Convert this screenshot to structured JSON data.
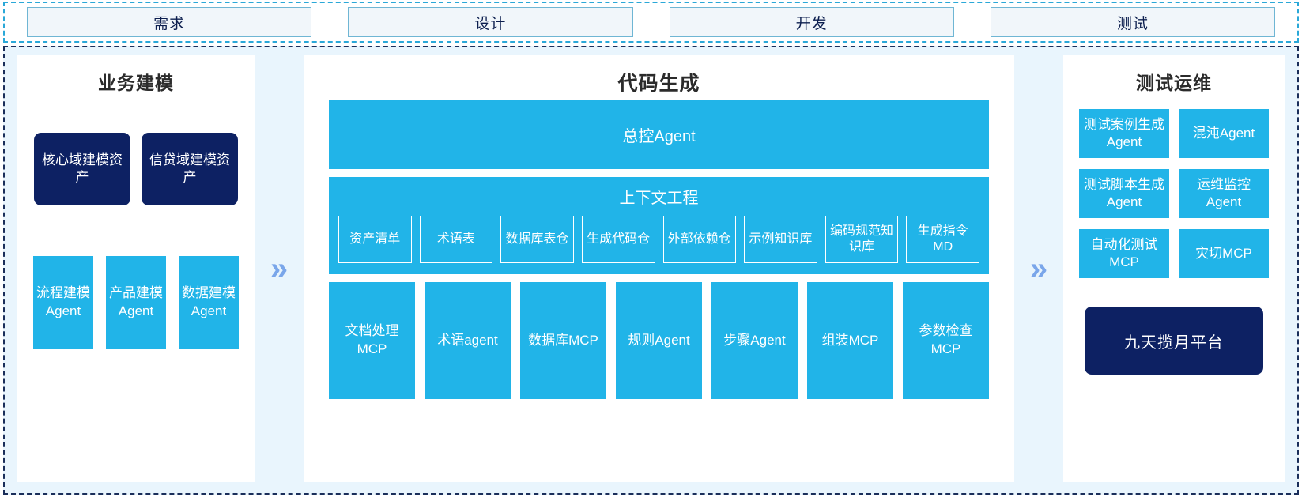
{
  "phases": {
    "items": [
      {
        "label": "需求"
      },
      {
        "label": "设计"
      },
      {
        "label": "开发"
      },
      {
        "label": "测试"
      }
    ]
  },
  "separators": {
    "chevron_glyph": "»"
  },
  "colors": {
    "accent_blue": "#21b4e8",
    "navy": "#0d2163",
    "panel_bg": "#ffffff",
    "canvas_bg": "#e9f5fd",
    "chevron": "#7aa6ea",
    "phase_border": "#6fb6d4",
    "phase_fill": "#f1f6fa",
    "outer_dash": "#2aa8d8",
    "inner_dash": "#1a2e5a"
  },
  "left_panel": {
    "title": "业务建模",
    "assets": [
      {
        "label": "核心域建模资产"
      },
      {
        "label": "信贷域建模资产"
      }
    ],
    "agents": [
      {
        "label": "流程建模Agent"
      },
      {
        "label": "产品建模Agent"
      },
      {
        "label": "数据建模Agent"
      }
    ]
  },
  "center_panel": {
    "title": "代码生成",
    "master_agent": "总控Agent",
    "context": {
      "title": "上下文工程",
      "items": [
        {
          "label": "资产清单"
        },
        {
          "label": "术语表"
        },
        {
          "label": "数据库表仓"
        },
        {
          "label": "生成代码仓"
        },
        {
          "label": "外部依赖仓"
        },
        {
          "label": "示例知识库"
        },
        {
          "label": "编码规范知识库"
        },
        {
          "label": "生成指令MD"
        }
      ]
    },
    "tools": [
      {
        "label": "文档处理MCP"
      },
      {
        "label": "术语agent"
      },
      {
        "label": "数据库MCP"
      },
      {
        "label": "规则Agent"
      },
      {
        "label": "步骤Agent"
      },
      {
        "label": "组装MCP"
      },
      {
        "label": "参数检查MCP"
      }
    ]
  },
  "right_panel": {
    "title": "测试运维",
    "items": [
      {
        "label": "测试案例生成Agent"
      },
      {
        "label": "混沌Agent"
      },
      {
        "label": "测试脚本生成Agent"
      },
      {
        "label": "运维监控Agent"
      },
      {
        "label": "自动化测试MCP"
      },
      {
        "label": "灾切MCP"
      }
    ],
    "platform": "九天揽月平台"
  }
}
